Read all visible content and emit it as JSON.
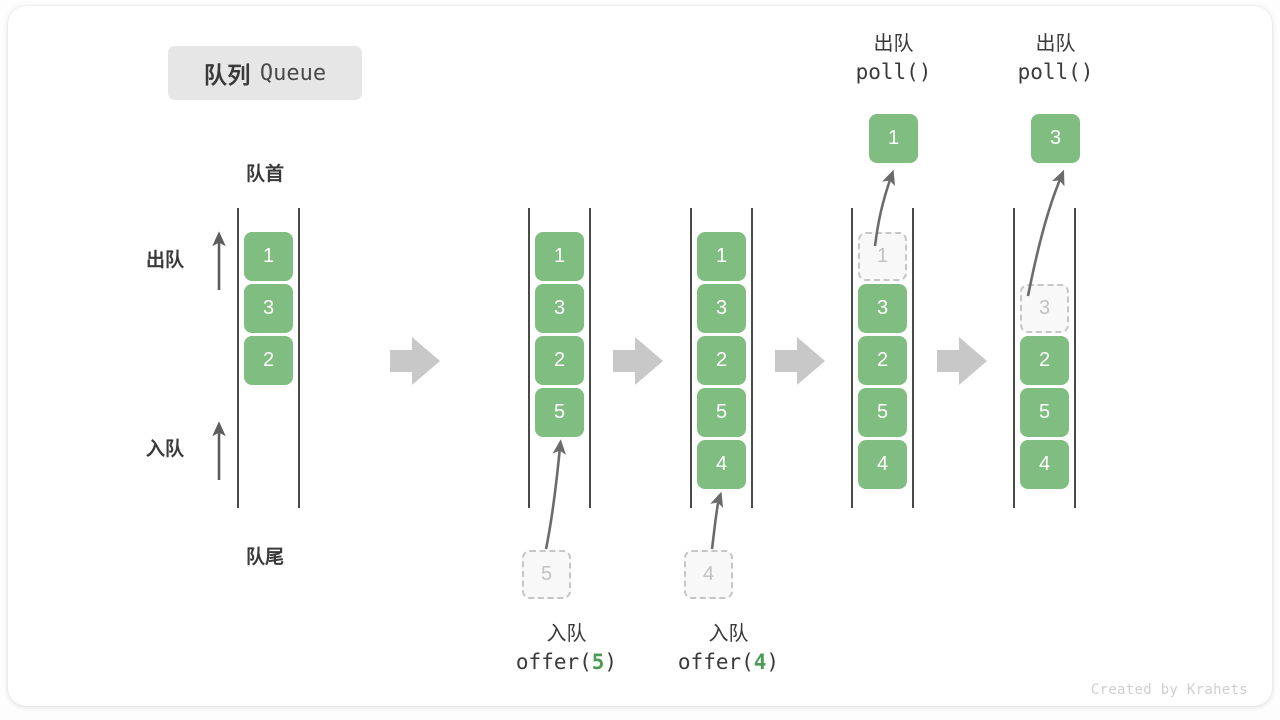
{
  "title": {
    "cn": "队列",
    "en": "Queue"
  },
  "labels": {
    "head": "队首",
    "tail": "队尾",
    "dequeue": "出队",
    "enqueue": "入队"
  },
  "colors": {
    "cell_fill": "#80bd81",
    "cell_text": "#ffffff",
    "ghost_fill": "#f8f8f8",
    "ghost_text": "#c2c2c2",
    "ghost_border": "#c6c6c6",
    "rail": "#4a4a4a",
    "arrow_gray": "#c8c8c8",
    "accent_green": "#4c9b54",
    "badge_bg": "#e6e6e6",
    "text": "#3a3a3a",
    "watermark": "#cfcfcf"
  },
  "columns": [
    {
      "id": "state-initial",
      "cells": [
        {
          "value": "1",
          "state": "filled"
        },
        {
          "value": "3",
          "state": "filled"
        },
        {
          "value": "2",
          "state": "filled"
        }
      ],
      "pending": null,
      "popped": null,
      "op": null
    },
    {
      "id": "state-after-offer-5",
      "cells": [
        {
          "value": "1",
          "state": "filled"
        },
        {
          "value": "3",
          "state": "filled"
        },
        {
          "value": "2",
          "state": "filled"
        },
        {
          "value": "5",
          "state": "filled"
        }
      ],
      "pending": {
        "value": "5",
        "state": "ghost"
      },
      "popped": null,
      "op": {
        "cn": "入队",
        "code_prefix": "offer(",
        "code_num": "5",
        "code_suffix": ")"
      }
    },
    {
      "id": "state-after-offer-4",
      "cells": [
        {
          "value": "1",
          "state": "filled"
        },
        {
          "value": "3",
          "state": "filled"
        },
        {
          "value": "2",
          "state": "filled"
        },
        {
          "value": "5",
          "state": "filled"
        },
        {
          "value": "4",
          "state": "filled"
        }
      ],
      "pending": {
        "value": "4",
        "state": "ghost"
      },
      "popped": null,
      "op": {
        "cn": "入队",
        "code_prefix": "offer(",
        "code_num": "4",
        "code_suffix": ")"
      }
    },
    {
      "id": "state-after-poll-1",
      "cells": [
        {
          "value": "1",
          "state": "ghost"
        },
        {
          "value": "3",
          "state": "filled"
        },
        {
          "value": "2",
          "state": "filled"
        },
        {
          "value": "5",
          "state": "filled"
        },
        {
          "value": "4",
          "state": "filled"
        }
      ],
      "pending": null,
      "popped": {
        "value": "1",
        "state": "filled"
      },
      "op": {
        "cn": "出队",
        "code_prefix": "poll(",
        "code_num": "",
        "code_suffix": ")"
      }
    },
    {
      "id": "state-after-poll-3",
      "cells": [
        {
          "value": "",
          "state": "empty"
        },
        {
          "value": "3",
          "state": "ghost"
        },
        {
          "value": "2",
          "state": "filled"
        },
        {
          "value": "5",
          "state": "filled"
        },
        {
          "value": "4",
          "state": "filled"
        }
      ],
      "pending": null,
      "popped": {
        "value": "3",
        "state": "filled"
      },
      "op": {
        "cn": "出队",
        "code_prefix": "poll(",
        "code_num": "",
        "code_suffix": ")"
      }
    }
  ],
  "watermark": "Created by Krahets"
}
